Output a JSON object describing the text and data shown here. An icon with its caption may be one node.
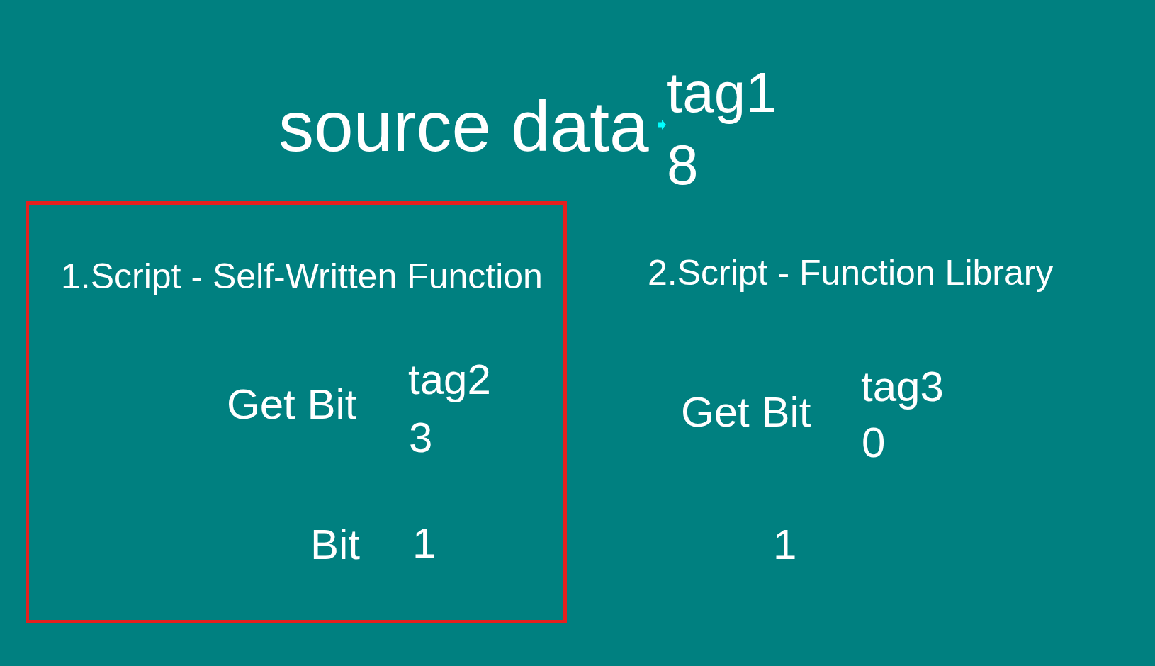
{
  "diagram": {
    "nodes": [
      {
        "text": [
          "1.Script - Self-Written Function",
          "Get Bit",
          "tag2",
          "3",
          "Bit",
          "1"
        ]
      }
    ],
    "labels": [
      "source data",
      "tag1",
      "8",
      "2.Script - Function Library",
      "Get Bit",
      "tag3",
      "0",
      "1"
    ]
  }
}
